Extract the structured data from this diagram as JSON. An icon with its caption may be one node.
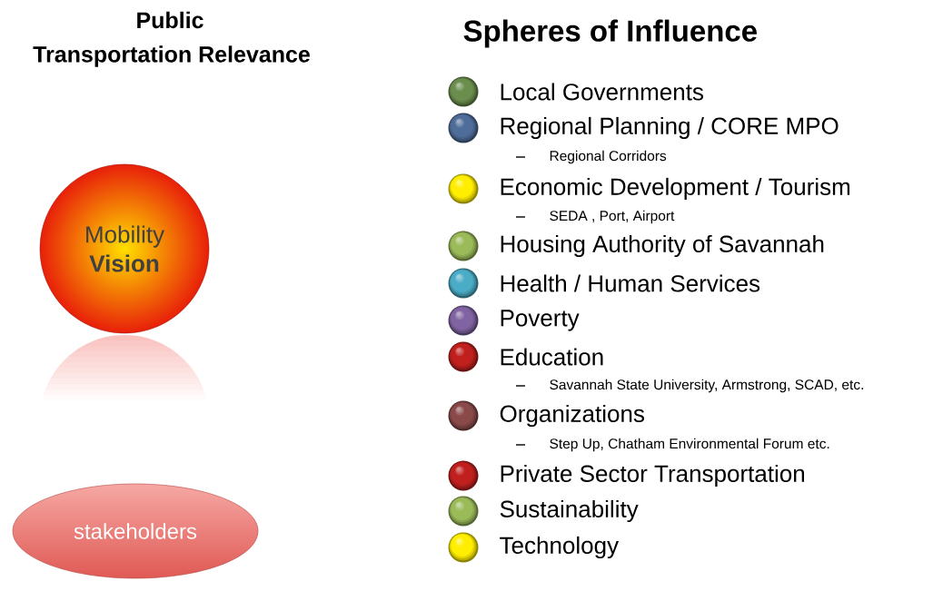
{
  "diagram": {
    "title": "Spheres of Influence",
    "nodes": [
      {
        "text": [
          "Mobility **Vision**"
        ]
      },
      {
        "text": [
          "stakeholders"
        ]
      }
    ],
    "labels": [
      "Public",
      "Transportation Relevance",
      "Regional Corridors",
      "SEDA , Port, Airport",
      "Savannah State University, Armstrong, SCAD, etc.",
      "Step Up, Chatham Environmental Forum etc."
    ],
    "legend": [
      {
        "text": "Local Governments",
        "color": "#6b8e4e"
      },
      {
        "text": "Regional Planning / CORE MPO",
        "color": "#4f6d9a"
      },
      {
        "text": "Economic Development / Tourism",
        "color": "#ffee00"
      },
      {
        "text": "Housing Authority of Savannah",
        "color": "#9bbb59"
      },
      {
        "text": "Health / Human Services",
        "color": "#4bacc6"
      },
      {
        "text": "Poverty",
        "color": "#8064a2"
      },
      {
        "text": "Education",
        "color": "#c0201e"
      },
      {
        "text": "Organizations",
        "color": "#8b4a4a"
      },
      {
        "text": "Private Sector Transportation",
        "color": "#c0201e"
      },
      {
        "text": "Sustainability",
        "color": "#9bbb59"
      },
      {
        "text": "Technology",
        "color": "#ffee00"
      }
    ]
  }
}
